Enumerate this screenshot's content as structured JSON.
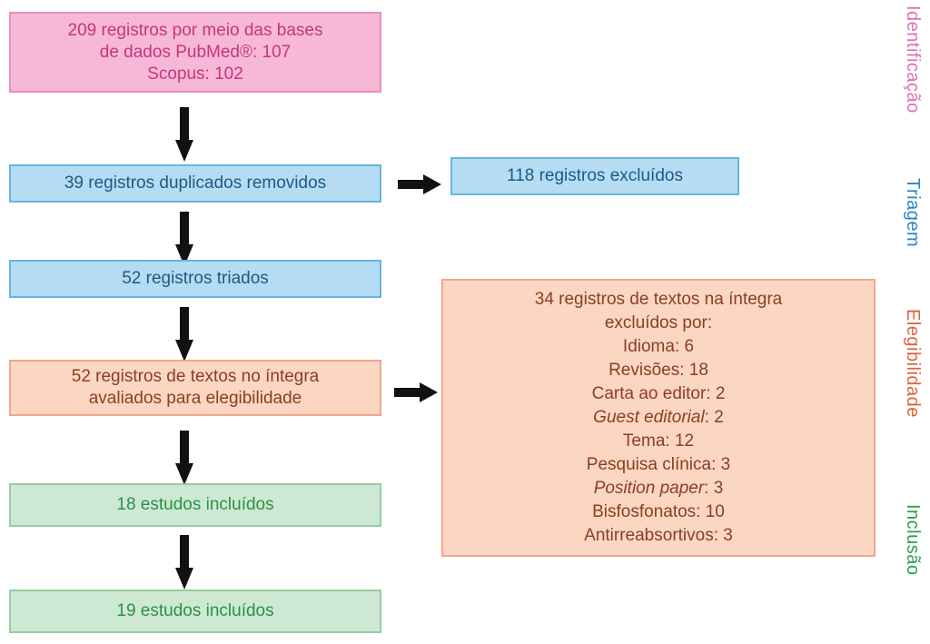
{
  "boxes": {
    "identificacao": [
      "209 registros por meio das bases",
      "de dados PubMed®: 107",
      "Scopus: 102"
    ],
    "duplicados": "39 registros duplicados removidos",
    "excluidos": "118 registros excluídos",
    "triados": "52 registros triados",
    "integra": [
      "52 registros de textos no íntegra",
      "avaliados para elegibilidade"
    ],
    "excluidos_integra": [
      {
        "text": "34 registros de textos na íntegra"
      },
      {
        "text": "excluídos por:"
      },
      {
        "text": "Idioma: 6"
      },
      {
        "text": "Revisões: 18"
      },
      {
        "text": "Carta ao editor: 2"
      },
      {
        "italic": "Guest editorial",
        "rest": ": 2"
      },
      {
        "text": "Tema: 12"
      },
      {
        "text": "Pesquisa clínica: 3"
      },
      {
        "italic": "Position paper",
        "rest": ": 3"
      },
      {
        "text": "Bisfosfonatos: 10"
      },
      {
        "text": "Antirreabsortivos: 3"
      }
    ],
    "incluidos_18": "18 estudos incluídos",
    "incluidos_19": "19 estudos incluídos"
  },
  "stages": {
    "identificacao": "Identificação",
    "triagem": "Triagem",
    "elegibilidade": "Elegibilidade",
    "inclusao": "Inclusão"
  },
  "colors": {
    "identificacao": "#c8347f",
    "triagem": "#2b84c4",
    "elegibilidade": "#d9643e",
    "inclusao": "#2e9e4f"
  }
}
